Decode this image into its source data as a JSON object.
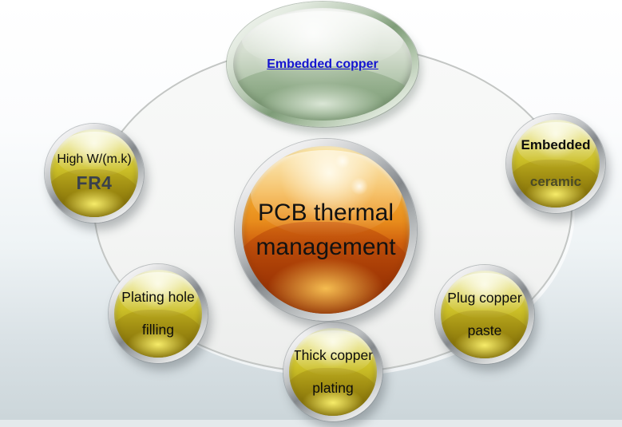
{
  "background": {
    "top_color": "#ffffff",
    "bottom_color": "#ccd6da",
    "footer_strip_color": "#e4eaec",
    "ellipse_fill": "#f5f6f5",
    "ellipse_border": "#c3c6c4"
  },
  "colors": {
    "center_orange": "#e88c1c",
    "satellite_yellow": "#ccc028",
    "top_green": "#a9bfa3",
    "link_blue": "#1414d0",
    "ring_silver": "#b6b9bb",
    "fr4_text": "#3a414c",
    "ceramic_text": "#4b4b26"
  },
  "center_node": {
    "line1": "PCB thermal",
    "line2": "management"
  },
  "top_node": {
    "label": "Embedded copper"
  },
  "satellite_nodes": [
    {
      "id": "high-wmk-fr4",
      "line1": "High W/(m.k)",
      "line2": "FR4"
    },
    {
      "id": "embedded-ceramic",
      "line1": "Embedded",
      "line2": "ceramic"
    },
    {
      "id": "plating-hole-filling",
      "line1": "Plating hole",
      "line2": "filling"
    },
    {
      "id": "thick-copper-plating",
      "line1": "Thick copper",
      "line2": "plating"
    },
    {
      "id": "plug-copper-paste",
      "line1": "Plug copper",
      "line2": "paste"
    }
  ]
}
